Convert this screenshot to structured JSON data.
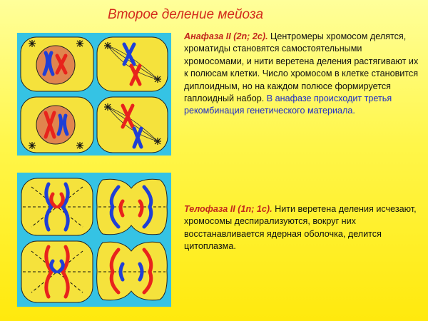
{
  "slide": {
    "title": "Второе деление мейоза"
  },
  "anaphase": {
    "title": "Анафаза II (2n; 2c).",
    "body": " Центромеры хромосом делятся, хроматиды становятся самостоятельными хромосомами, и нити веретена деления растягивают их к полюсам клетки. Число хромосом в клетке становится диплоидным, но на каждом полюсе формируется гаплоидный набор.",
    "highlight": " В анафазе происходит третья рекомбинация генетического материала."
  },
  "telophase": {
    "title": "Телофаза II (1n; 1c).",
    "body": " Нити веретена деления исчезают, хромосомы деспирализуются, вокруг них восстанавливается ядерная оболочка, делится цитоплазма."
  },
  "colors": {
    "title": "#d32a1c",
    "phase_title": "#c2271e",
    "highlight": "#1d2bc7",
    "figure_background": "#35c3e4",
    "cell_fill": "#f5e23c",
    "nucleus_fill": "#e0854e",
    "chromosome_red": "#e8231c",
    "chromosome_blue": "#1f3fd6"
  }
}
